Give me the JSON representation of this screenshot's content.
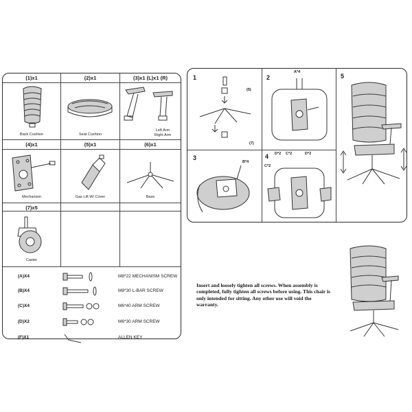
{
  "parts": [
    {
      "qty": "(1)x1",
      "label": "Back Cushion"
    },
    {
      "qty": "(2)x1",
      "label": "Seat Cushion"
    },
    {
      "qty": "(3)x1 (L)x1 (R)",
      "label_left": "Left Arm",
      "label_right": "Right Arm"
    },
    {
      "qty": "(4)x1",
      "label": "Mechanism"
    },
    {
      "qty": "(5)x1",
      "label": "Gas Lift W/ Cover"
    },
    {
      "qty": "(6)x1",
      "label": "Base"
    },
    {
      "qty": "(7)x5",
      "label": "Caster"
    }
  ],
  "hardware": [
    {
      "code": "(A)X4",
      "desc": "M8*22  MECHANISM SCREW",
      "icon": "bolt-washer-icon"
    },
    {
      "code": "(B)X4",
      "desc": "M8*30  L-BAR SCREW",
      "icon": "long-bolt-washer-icon"
    },
    {
      "code": "(C)X4",
      "desc": "M6*40  ARM SCREW",
      "icon": "bolt-washers-icon"
    },
    {
      "code": "(D)X2",
      "desc": "M6*30  ARM SCREW",
      "icon": "short-bolt-washers-icon"
    },
    {
      "code": "(F)X1",
      "desc": "ALLEN KEY",
      "icon": "allen-key-icon"
    }
  ],
  "steps": {
    "s1": {
      "num": "1",
      "label5": "(5)",
      "label7": "(7)"
    },
    "s2": {
      "num": "2",
      "label": "A*4"
    },
    "s3": {
      "num": "3",
      "label": "B*4"
    },
    "s4": {
      "num": "4",
      "label_d1": "D*2",
      "label_c1": "C*2",
      "label_d2": "D*2",
      "label_c2": "C*2"
    },
    "s5": {
      "num": "5"
    }
  },
  "notice": "Insert and loosely tighten all screws. When assembly is completed, fully tighten all screws before using. This chair is only intended for sitting. Any other use will void the warranty."
}
